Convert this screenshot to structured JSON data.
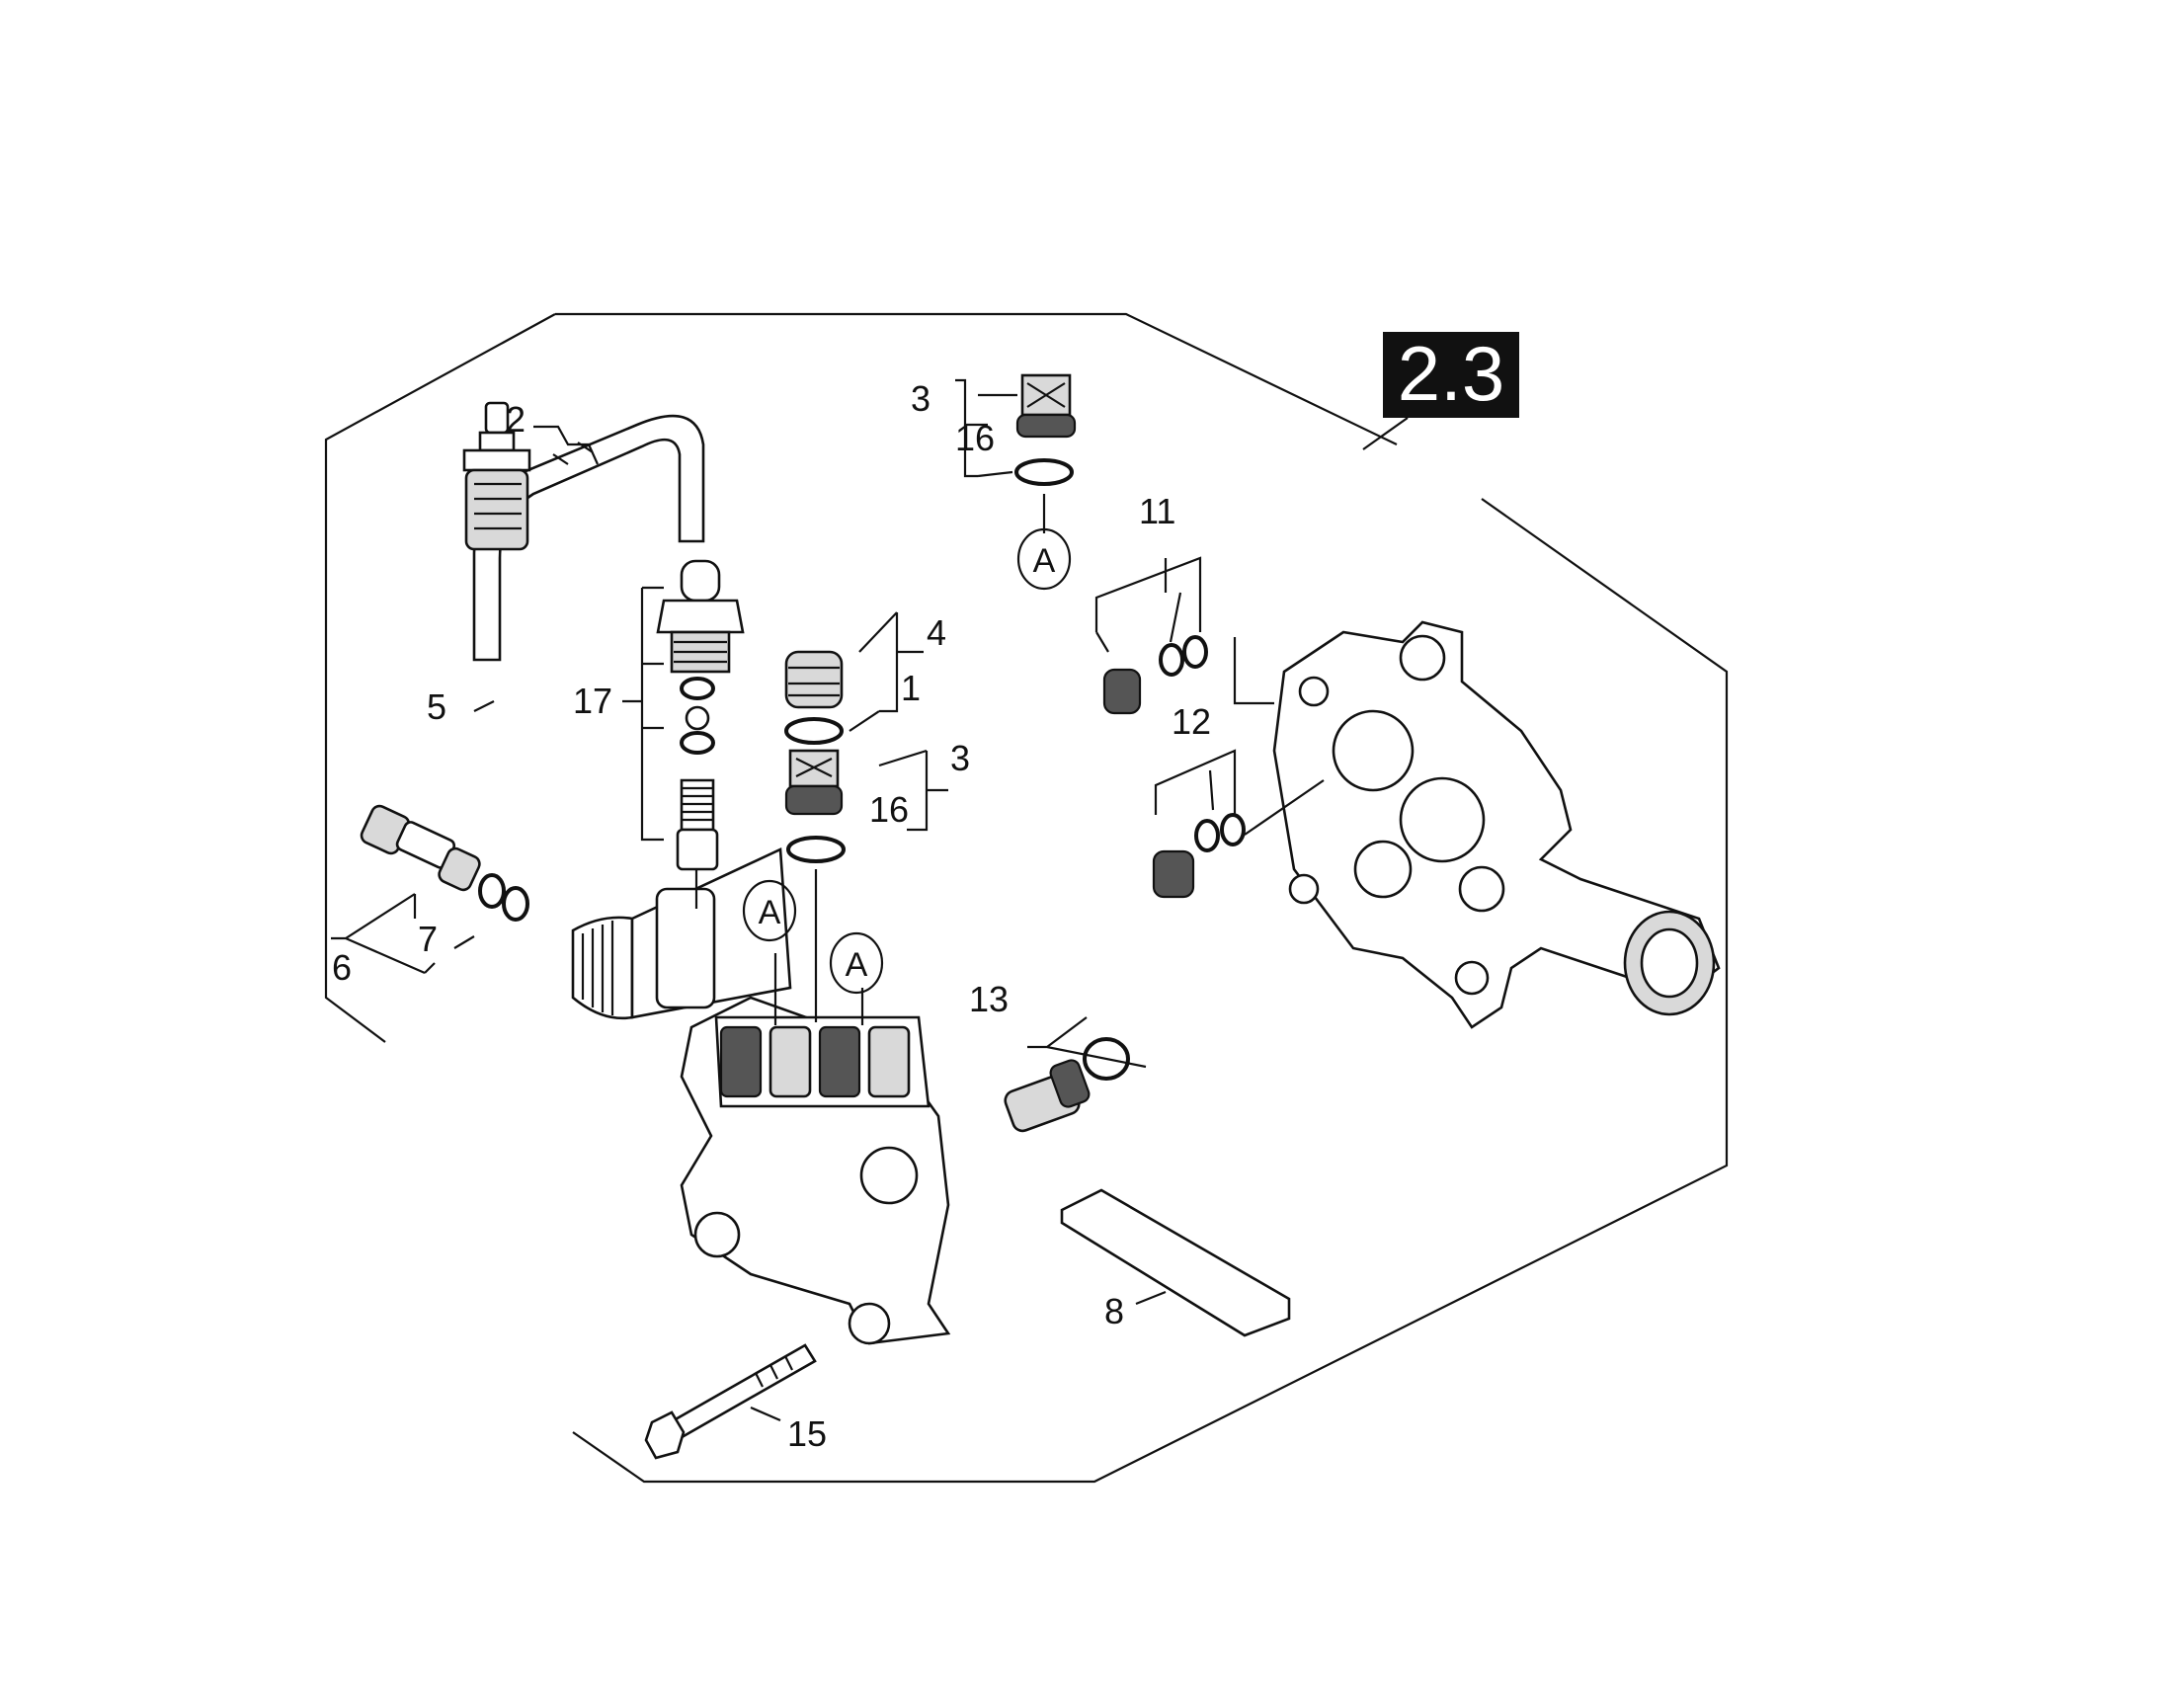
{
  "diagram": {
    "badge": "2.3",
    "callouts": [
      "1",
      "2",
      "3",
      "3",
      "4",
      "5",
      "6",
      "7",
      "8",
      "11",
      "12",
      "13",
      "15",
      "16",
      "16",
      "17"
    ],
    "references": [
      "A",
      "A",
      "A"
    ]
  }
}
